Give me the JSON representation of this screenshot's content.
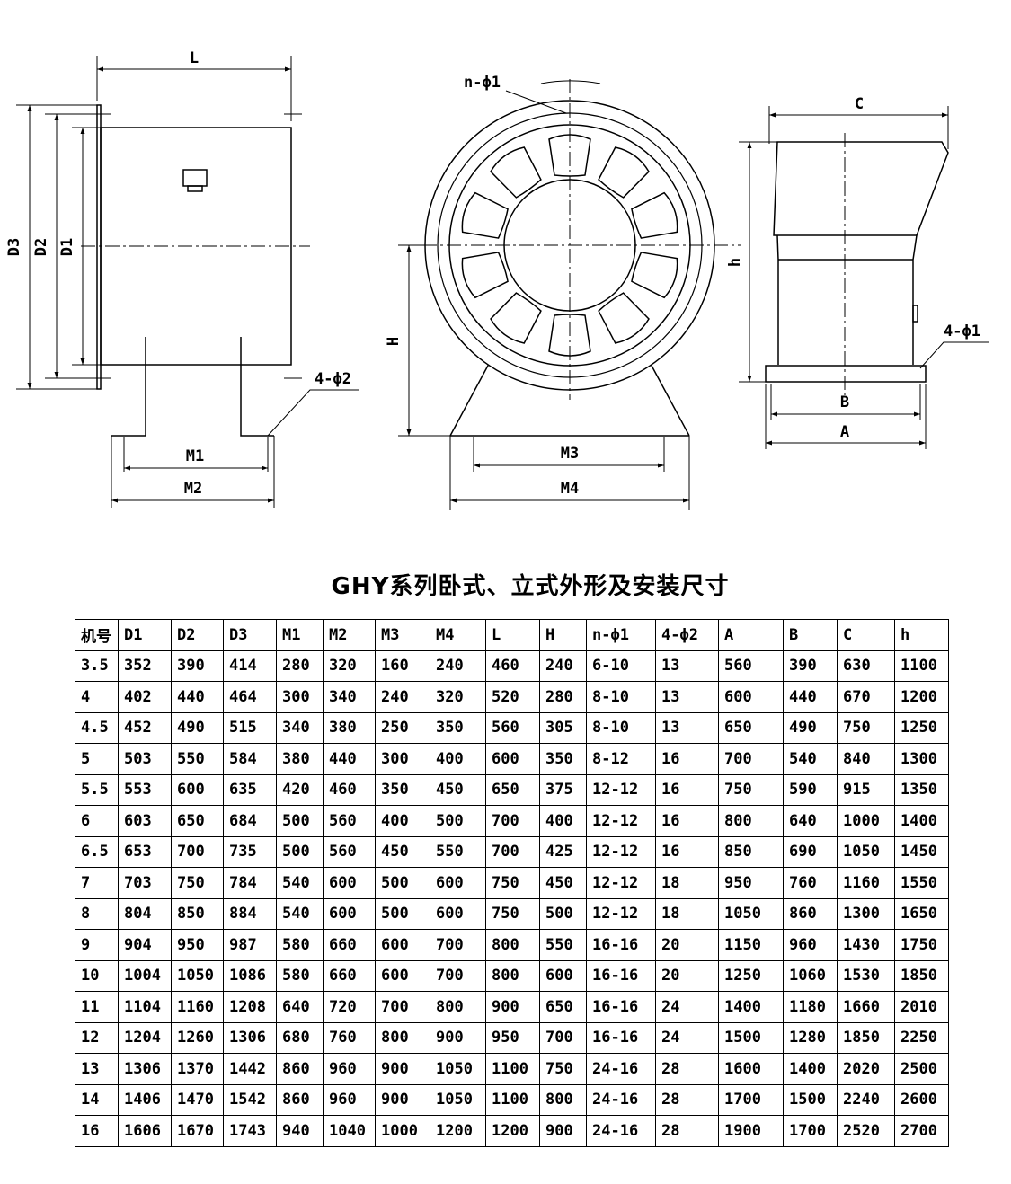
{
  "drawing": {
    "side_view": {
      "labels": {
        "L": "L",
        "D3": "D3",
        "D2": "D2",
        "D1": "D1",
        "M1": "M1",
        "M2": "M2",
        "hole": "4-ϕ2"
      }
    },
    "front_view": {
      "labels": {
        "n_phi1": "n-ϕ1",
        "H": "H",
        "M3": "M3",
        "M4": "M4"
      }
    },
    "vertical_view": {
      "labels": {
        "C": "C",
        "h": "h",
        "hole": "4-ϕ1",
        "B": "B",
        "A": "A"
      }
    }
  },
  "title": "GHY系列卧式、立式外形及安装尺寸",
  "table": {
    "headers": [
      "机号",
      "D1",
      "D2",
      "D3",
      "M1",
      "M2",
      "M3",
      "M4",
      "L",
      "H",
      "n-ϕ1",
      "4-ϕ2",
      "A",
      "B",
      "C",
      "h"
    ],
    "rows": [
      [
        "3.5",
        "352",
        "390",
        "414",
        "280",
        "320",
        "160",
        "240",
        "460",
        "240",
        "6-10",
        "13",
        "560",
        "390",
        "630",
        "1100"
      ],
      [
        "4",
        "402",
        "440",
        "464",
        "300",
        "340",
        "240",
        "320",
        "520",
        "280",
        "8-10",
        "13",
        "600",
        "440",
        "670",
        "1200"
      ],
      [
        "4.5",
        "452",
        "490",
        "515",
        "340",
        "380",
        "250",
        "350",
        "560",
        "305",
        "8-10",
        "13",
        "650",
        "490",
        "750",
        "1250"
      ],
      [
        "5",
        "503",
        "550",
        "584",
        "380",
        "440",
        "300",
        "400",
        "600",
        "350",
        "8-12",
        "16",
        "700",
        "540",
        "840",
        "1300"
      ],
      [
        "5.5",
        "553",
        "600",
        "635",
        "420",
        "460",
        "350",
        "450",
        "650",
        "375",
        "12-12",
        "16",
        "750",
        "590",
        "915",
        "1350"
      ],
      [
        "6",
        "603",
        "650",
        "684",
        "500",
        "560",
        "400",
        "500",
        "700",
        "400",
        "12-12",
        "16",
        "800",
        "640",
        "1000",
        "1400"
      ],
      [
        "6.5",
        "653",
        "700",
        "735",
        "500",
        "560",
        "450",
        "550",
        "700",
        "425",
        "12-12",
        "16",
        "850",
        "690",
        "1050",
        "1450"
      ],
      [
        "7",
        "703",
        "750",
        "784",
        "540",
        "600",
        "500",
        "600",
        "750",
        "450",
        "12-12",
        "18",
        "950",
        "760",
        "1160",
        "1550"
      ],
      [
        "8",
        "804",
        "850",
        "884",
        "540",
        "600",
        "500",
        "600",
        "750",
        "500",
        "12-12",
        "18",
        "1050",
        "860",
        "1300",
        "1650"
      ],
      [
        "9",
        "904",
        "950",
        "987",
        "580",
        "660",
        "600",
        "700",
        "800",
        "550",
        "16-16",
        "20",
        "1150",
        "960",
        "1430",
        "1750"
      ],
      [
        "10",
        "1004",
        "1050",
        "1086",
        "580",
        "660",
        "600",
        "700",
        "800",
        "600",
        "16-16",
        "20",
        "1250",
        "1060",
        "1530",
        "1850"
      ],
      [
        "11",
        "1104",
        "1160",
        "1208",
        "640",
        "720",
        "700",
        "800",
        "900",
        "650",
        "16-16",
        "24",
        "1400",
        "1180",
        "1660",
        "2010"
      ],
      [
        "12",
        "1204",
        "1260",
        "1306",
        "680",
        "760",
        "800",
        "900",
        "950",
        "700",
        "16-16",
        "24",
        "1500",
        "1280",
        "1850",
        "2250"
      ],
      [
        "13",
        "1306",
        "1370",
        "1442",
        "860",
        "960",
        "900",
        "1050",
        "1100",
        "750",
        "24-16",
        "28",
        "1600",
        "1400",
        "2020",
        "2500"
      ],
      [
        "14",
        "1406",
        "1470",
        "1542",
        "860",
        "960",
        "900",
        "1050",
        "1100",
        "800",
        "24-16",
        "28",
        "1700",
        "1500",
        "2240",
        "2600"
      ],
      [
        "16",
        "1606",
        "1670",
        "1743",
        "940",
        "1040",
        "1000",
        "1200",
        "1200",
        "900",
        "24-16",
        "28",
        "1900",
        "1700",
        "2520",
        "2700"
      ]
    ]
  }
}
